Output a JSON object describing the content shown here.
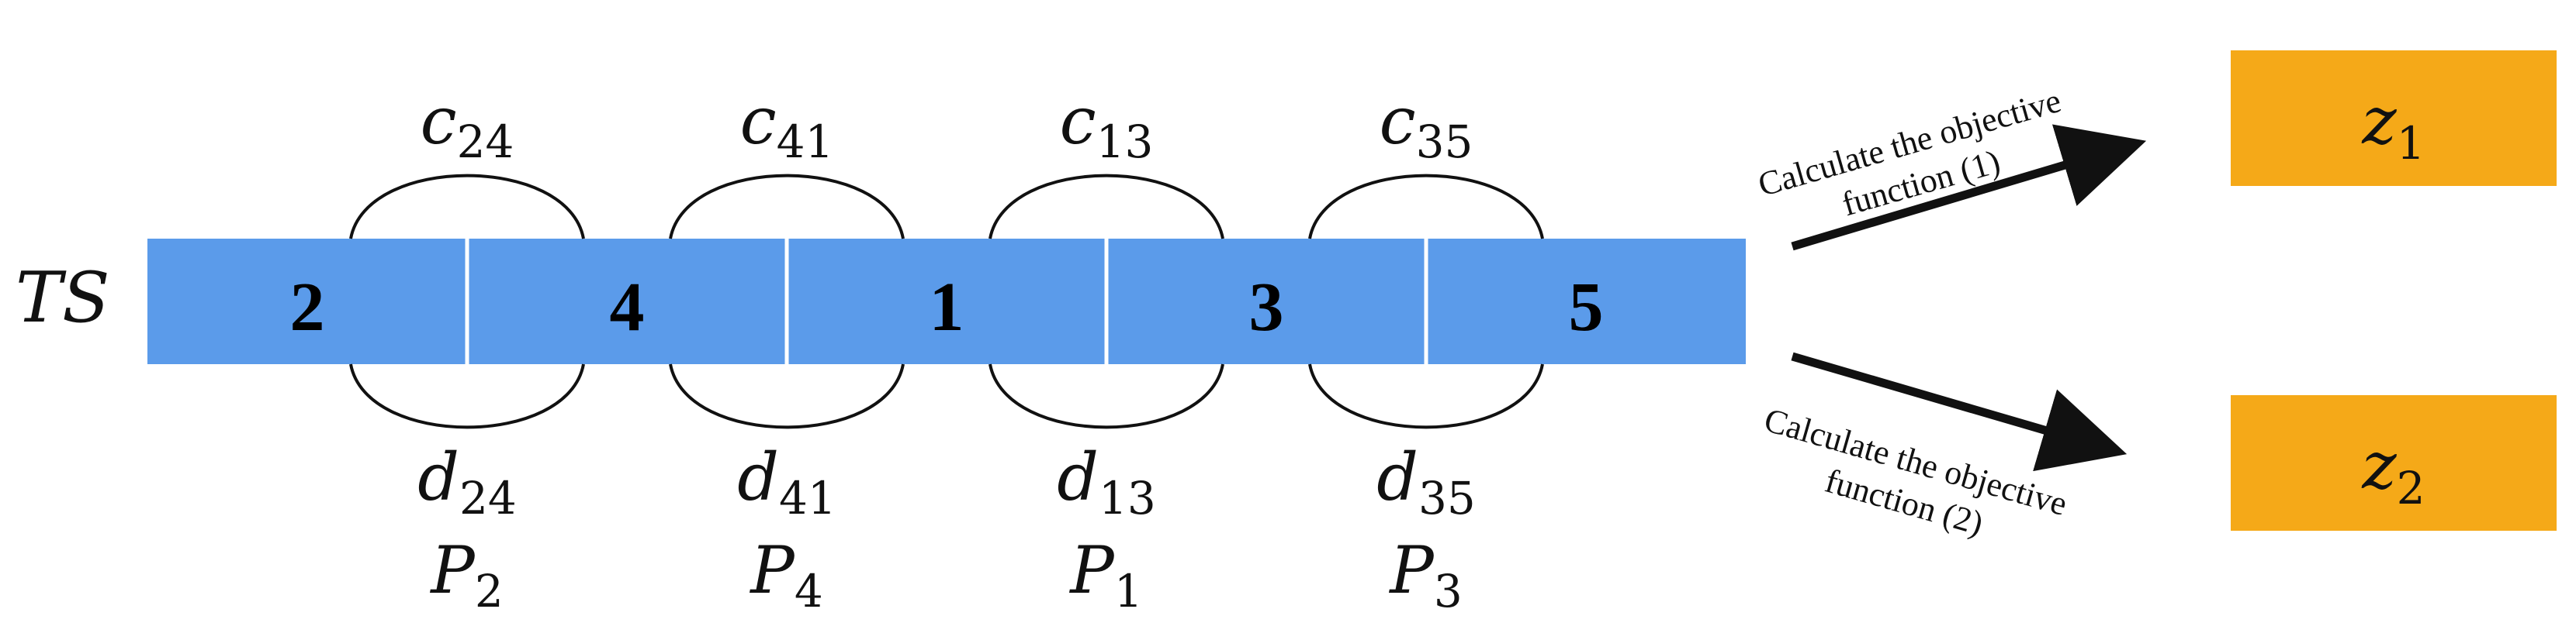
{
  "sequence": {
    "label": "TS",
    "cells": [
      "2",
      "4",
      "1",
      "3",
      "5"
    ]
  },
  "upper_links": [
    {
      "symbol": "c",
      "sub": "24"
    },
    {
      "symbol": "c",
      "sub": "41"
    },
    {
      "symbol": "c",
      "sub": "13"
    },
    {
      "symbol": "c",
      "sub": "35"
    }
  ],
  "lower_links": [
    {
      "symbol": "d",
      "sub": "24",
      "p_symbol": "P",
      "p_sub": "2"
    },
    {
      "symbol": "d",
      "sub": "41",
      "p_symbol": "P",
      "p_sub": "4"
    },
    {
      "symbol": "d",
      "sub": "13",
      "p_symbol": "P",
      "p_sub": "1"
    },
    {
      "symbol": "d",
      "sub": "35",
      "p_symbol": "P",
      "p_sub": "3"
    }
  ],
  "arrows": [
    {
      "line1": "Calculate the objective",
      "line2": "function (1)"
    },
    {
      "line1": "Calculate the objective",
      "line2": "function (2)"
    }
  ],
  "outputs": [
    {
      "symbol": "z",
      "sub": "1"
    },
    {
      "symbol": "z",
      "sub": "2"
    }
  ],
  "colors": {
    "cell_fill": "#5b9bea",
    "output_fill": "#f5a918",
    "stroke": "#111111"
  }
}
